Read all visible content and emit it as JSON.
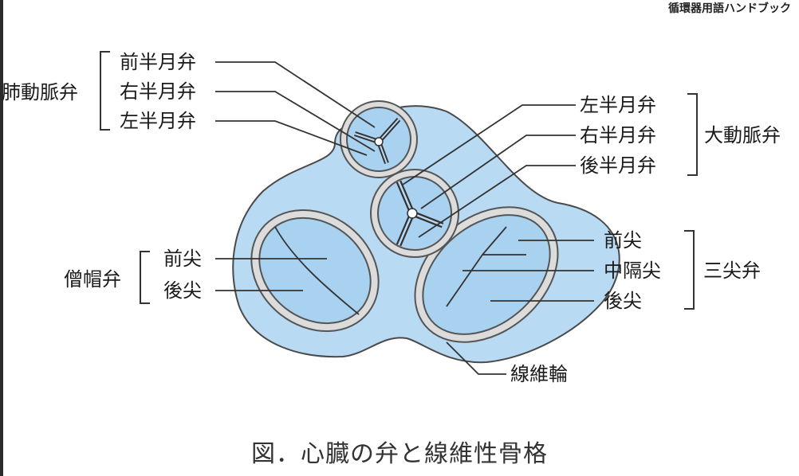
{
  "header": {
    "book_title": "循環器用語ハンドブック"
  },
  "caption": "図．心臓の弁と線維性骨格",
  "groups": {
    "pulmonary": {
      "name": "肺動脈弁",
      "cusps": [
        "前半月弁",
        "右半月弁",
        "左半月弁"
      ]
    },
    "aortic": {
      "name": "大動脈弁",
      "cusps": [
        "左半月弁",
        "右半月弁",
        "後半月弁"
      ]
    },
    "mitral": {
      "name": "僧帽弁",
      "cusps": [
        "前尖",
        "後尖"
      ]
    },
    "tricuspid": {
      "name": "三尖弁",
      "cusps": [
        "前尖",
        "中隔尖",
        "後尖"
      ]
    },
    "fibrous_ring": "線維輪"
  },
  "colors": {
    "skeleton_fill": "#b9daf3",
    "valve_fill": "#a9d1f0",
    "ring_outer": "#555555",
    "ring_inner": "#dcdcdc",
    "leader_line": "#333333"
  }
}
